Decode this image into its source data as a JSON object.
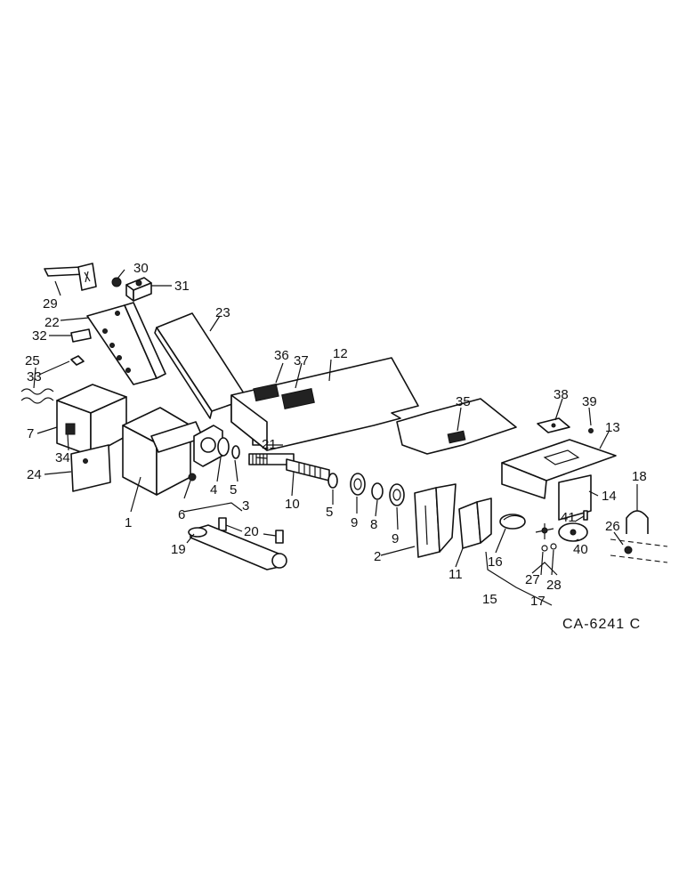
{
  "drawing_code": "CA-6241 C",
  "callouts": [
    "1",
    "2",
    "3",
    "4",
    "5",
    "5",
    "6",
    "7",
    "8",
    "9",
    "9",
    "10",
    "11",
    "12",
    "13",
    "14",
    "15",
    "16",
    "17",
    "18",
    "19",
    "20",
    "21",
    "22",
    "23",
    "24",
    "25",
    "26",
    "27",
    "28",
    "29",
    "30",
    "31",
    "32",
    "33",
    "34",
    "35",
    "36",
    "37",
    "38",
    "39",
    "40",
    "41"
  ]
}
